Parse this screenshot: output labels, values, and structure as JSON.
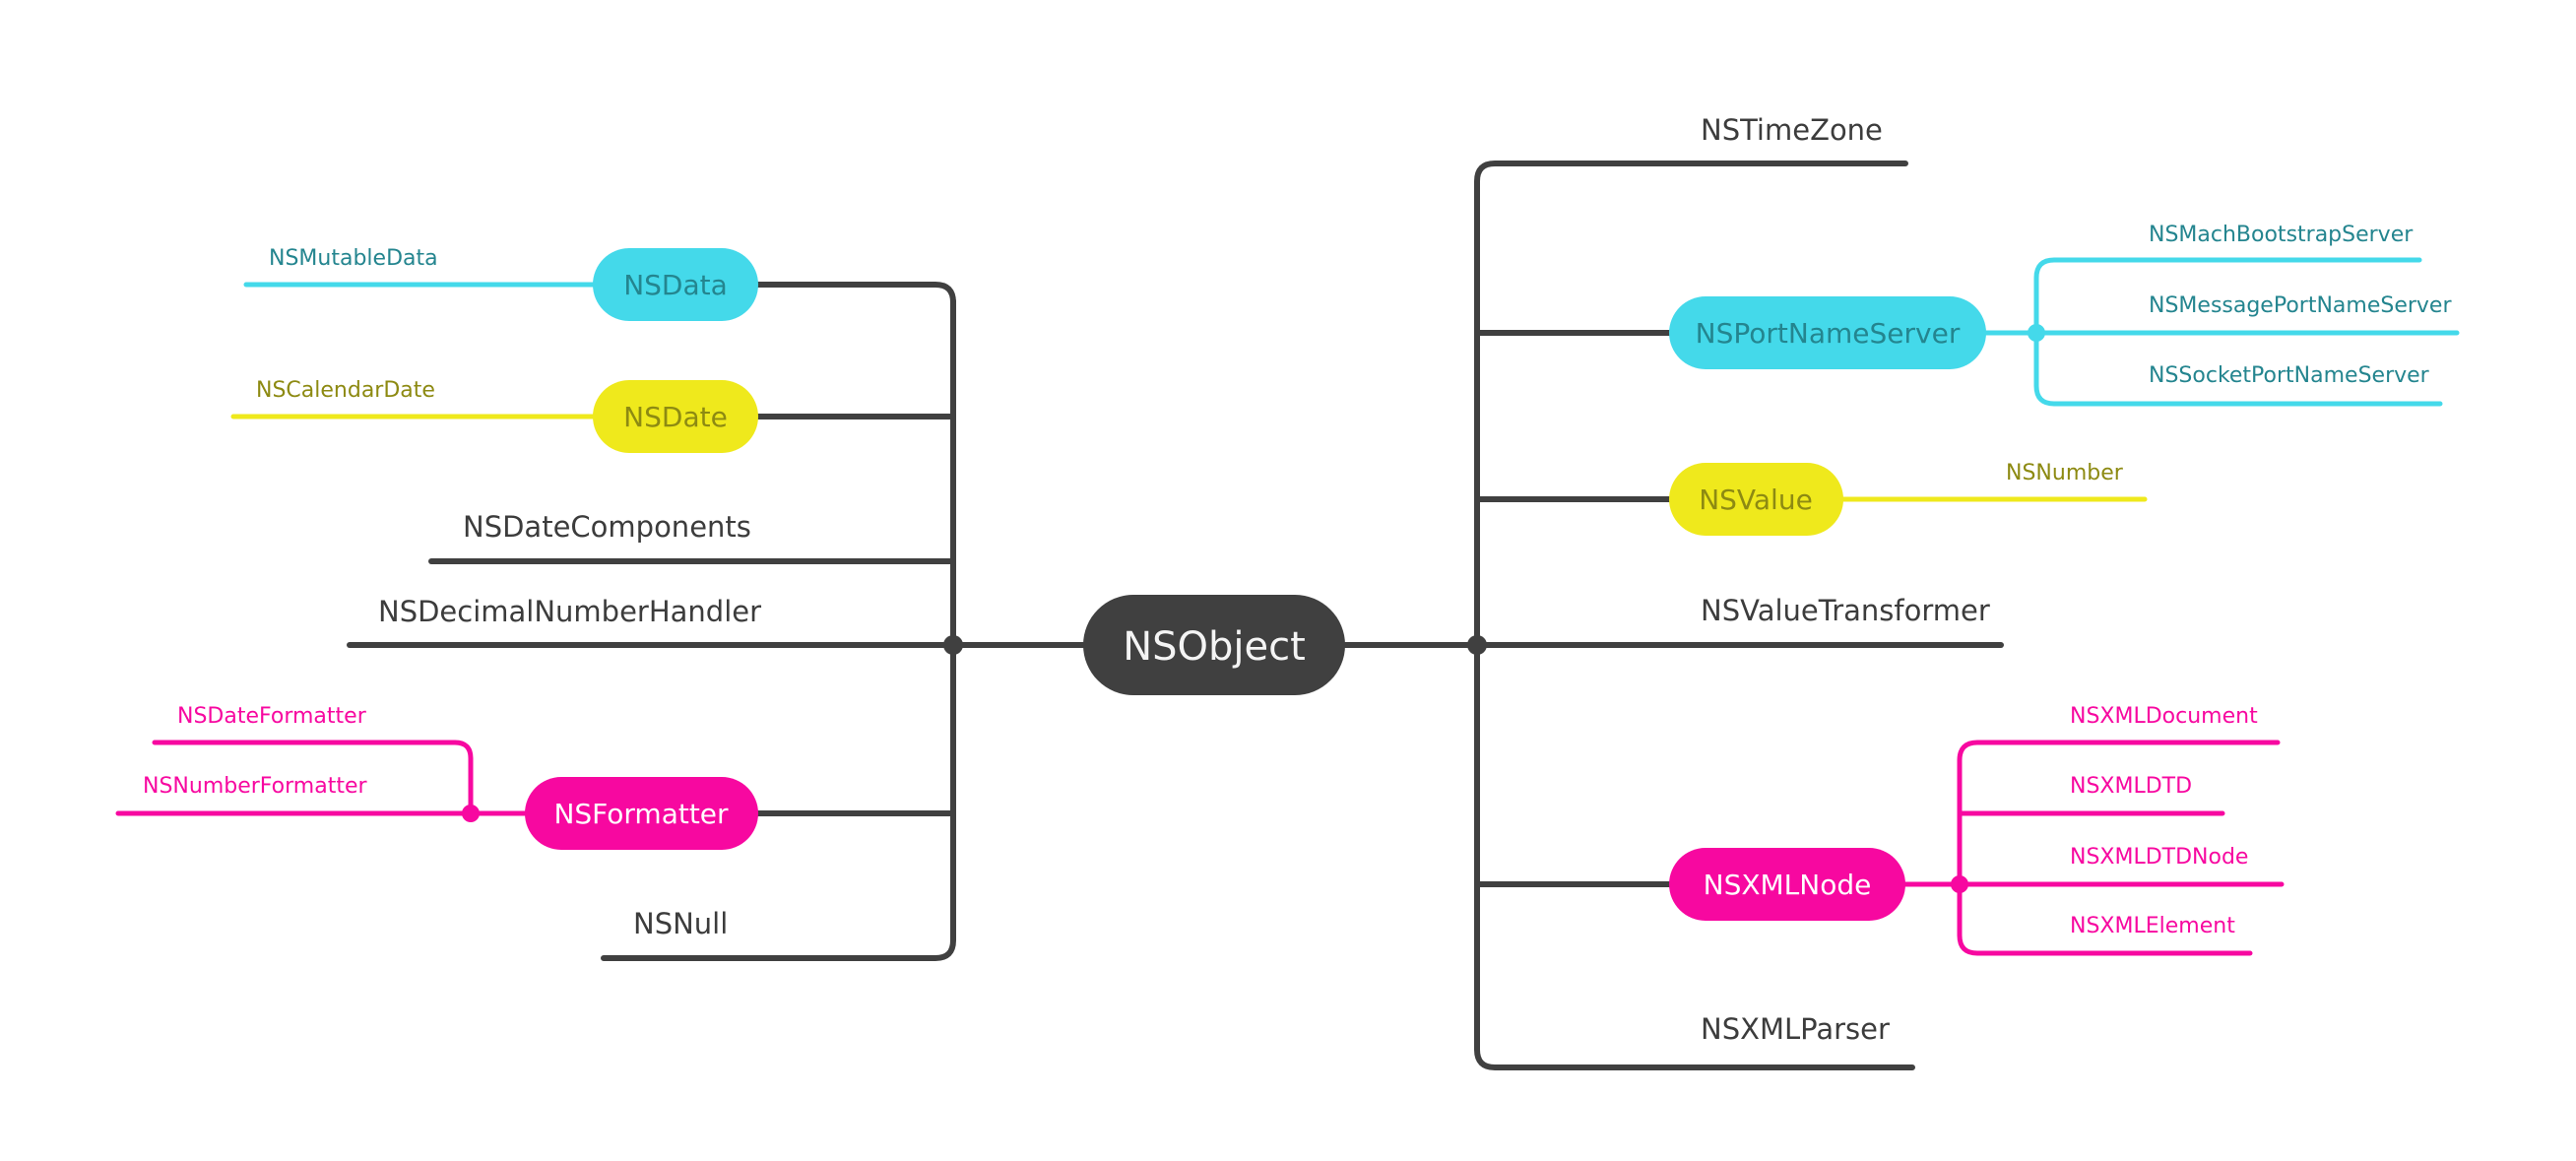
{
  "colors": {
    "dark": "#404040",
    "cyan": "#44d9ea",
    "cyan_text": "#24858f",
    "yellow": "#efe91c",
    "yellow_text": "#8d8a12",
    "magenta": "#f708a0",
    "magenta_text": "#ffffff",
    "root_text": "#f4f4f4"
  },
  "root": {
    "label": "NSObject"
  },
  "left": {
    "nsdata": {
      "label": "NSData",
      "children": [
        "NSMutableData"
      ]
    },
    "nsdate": {
      "label": "NSDate",
      "children": [
        "NSCalendarDate"
      ]
    },
    "nsdatecomponents": {
      "label": "NSDateComponents"
    },
    "nsdecimalnumberhandler": {
      "label": "NSDecimalNumberHandler"
    },
    "nsformatter": {
      "label": "NSFormatter",
      "children": [
        "NSDateFormatter",
        "NSNumberFormatter"
      ]
    },
    "nsnull": {
      "label": "NSNull"
    }
  },
  "right": {
    "nstimezone": {
      "label": "NSTimeZone"
    },
    "nsportnameserver": {
      "label": "NSPortNameServer",
      "children": [
        "NSMachBootstrapServer",
        "NSMessagePortNameServer",
        "NSSocketPortNameServer"
      ]
    },
    "nsvalue": {
      "label": "NSValue",
      "children": [
        "NSNumber"
      ]
    },
    "nsvaluetransformer": {
      "label": "NSValueTransformer"
    },
    "nsxmlnode": {
      "label": "NSXMLNode",
      "children": [
        "NSXMLDocument",
        "NSXMLDTD",
        "NSXMLDTDNode",
        "NSXMLElement"
      ]
    },
    "nsxmlparser": {
      "label": "NSXMLParser"
    }
  }
}
